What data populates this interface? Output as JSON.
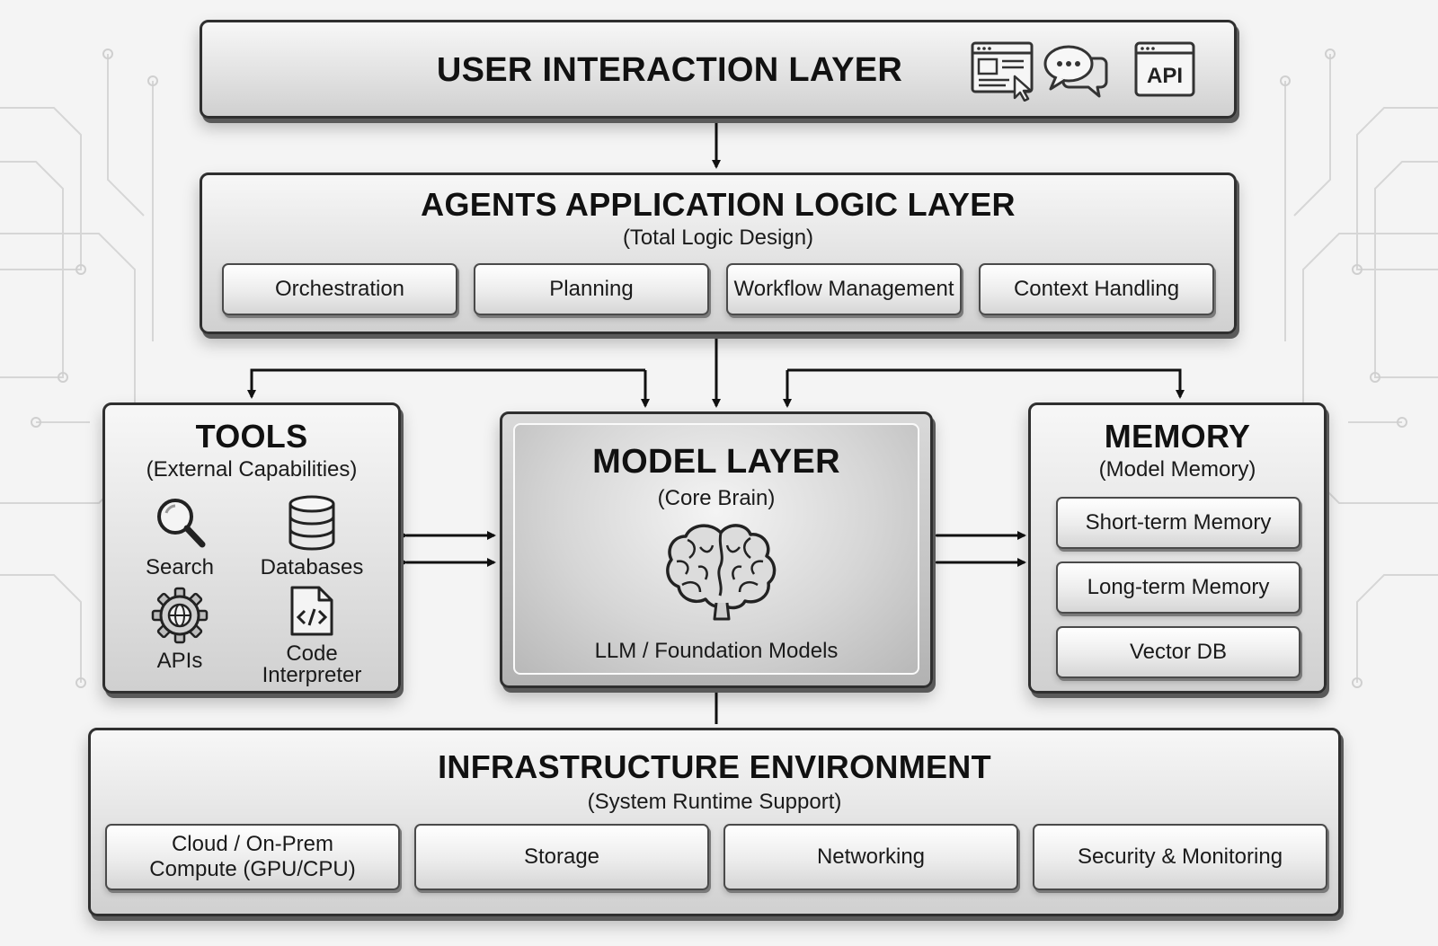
{
  "user_layer": {
    "title": "USER INTERACTION LAYER",
    "api_label": "API"
  },
  "agents_layer": {
    "title": "AGENTS APPLICATION LOGIC LAYER",
    "subtitle": "(Total Logic Design)",
    "items": [
      "Orchestration",
      "Planning",
      "Workflow Management",
      "Context Handling"
    ]
  },
  "tools": {
    "title": "TOOLS",
    "subtitle": "(External Capabilities)",
    "items": [
      {
        "label": "Search",
        "icon": "search-icon"
      },
      {
        "label": "Databases",
        "icon": "database-icon"
      },
      {
        "label": "APIs",
        "icon": "gear-globe-icon"
      },
      {
        "label_line1": "Code",
        "label_line2": "Interpreter",
        "icon": "code-file-icon"
      }
    ]
  },
  "model": {
    "title": "MODEL LAYER",
    "subtitle": "(Core Brain)",
    "footer": "LLM / Foundation Models",
    "icon": "brain-icon"
  },
  "memory": {
    "title": "MEMORY",
    "subtitle": "(Model Memory)",
    "items": [
      "Short-term Memory",
      "Long-term Memory",
      "Vector DB"
    ]
  },
  "infra": {
    "title": "INFRASTRUCTURE ENVIRONMENT",
    "subtitle": "(System Runtime Support)",
    "items": [
      {
        "line1": "Cloud / On-Prem",
        "line2": "Compute (GPU/CPU)"
      },
      {
        "line1": "Storage"
      },
      {
        "line1": "Networking"
      },
      {
        "line1": "Security & Monitoring"
      }
    ]
  }
}
